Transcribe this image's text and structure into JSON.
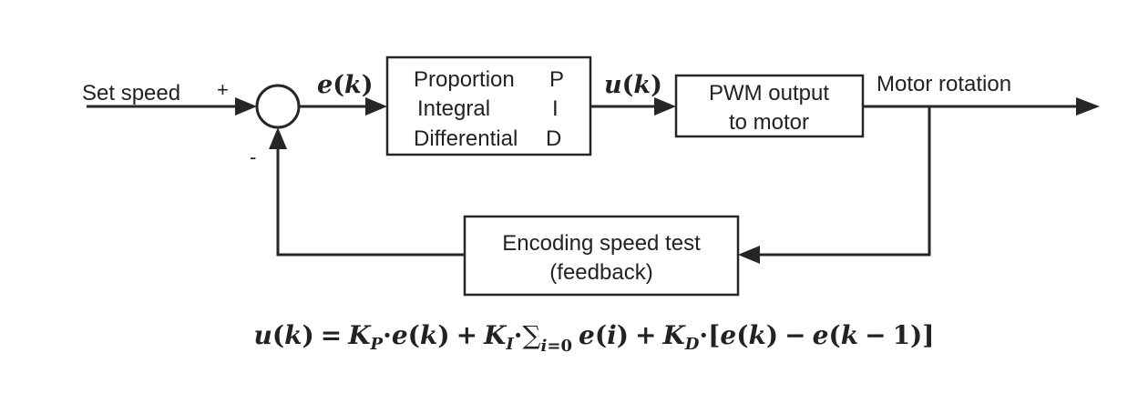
{
  "inputs": {
    "set_speed": "Set speed",
    "plus_sign": "+",
    "minus_sign": "-"
  },
  "signals": {
    "error_fn": "e",
    "error_arg": "k",
    "control_fn": "u",
    "control_arg": "k"
  },
  "blocks": {
    "pid": {
      "proportion": "Proportion",
      "p": "P",
      "integral": "Integral",
      "i": "I",
      "differential": "Differential",
      "d": "D"
    },
    "pwm": {
      "line1": "PWM output",
      "line2": "to motor"
    },
    "encoder": {
      "line1": "Encoding speed test",
      "line2": "(feedback)"
    }
  },
  "outputs": {
    "motor_rotation": "Motor rotation"
  },
  "formula": {
    "u": "u",
    "k": "k",
    "K": "K",
    "P": "P",
    "I": "I",
    "D": "D",
    "e": "e",
    "i": "i",
    "eq": "=",
    "plus": "+",
    "minus": "−",
    "dot": "·",
    "lparen": "(",
    "rparen": ")",
    "lbracket": "[",
    "rbracket": "]",
    "sum": "∑",
    "sub_eq": "=",
    "zero": "0",
    "one": "1"
  }
}
